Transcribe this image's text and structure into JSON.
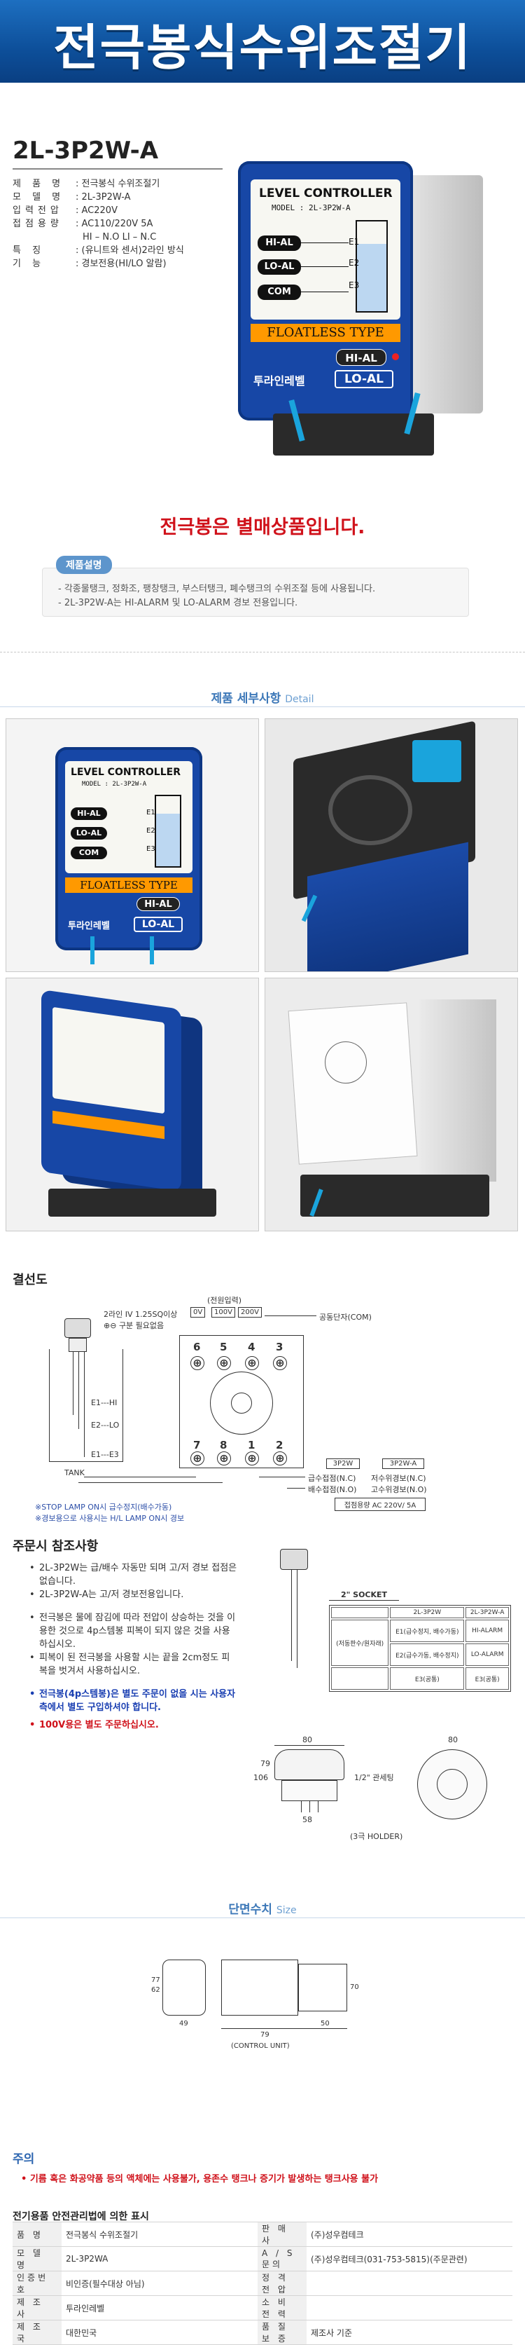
{
  "banner": {
    "title": "전극봉식수위조절기"
  },
  "product": {
    "model": "2L-3P2W-A",
    "specs": [
      {
        "k": "제 품 명",
        "v": ": 전극봉식 수위조절기"
      },
      {
        "k": "모 델 명",
        "v": ": 2L-3P2W-A"
      },
      {
        "k": "입력전압",
        "v": ": AC220V"
      },
      {
        "k": "접점용량",
        "v": ": AC110/220V 5A"
      },
      {
        "k": "",
        "v": "HI – N.O LI – N.C"
      },
      {
        "k": "특 징",
        "v": ": (유니트와 센서)2라인 방식"
      },
      {
        "k": "기 능",
        "v": ": 경보전용(HI/LO 알람)"
      }
    ]
  },
  "faceplate": {
    "title": "LEVEL CONTROLLER",
    "model": "MODEL : 2L-3P2W-A",
    "tags": [
      "HI-AL",
      "LO-AL",
      "COM"
    ],
    "electrodes": [
      "E1",
      "E2",
      "E3"
    ],
    "floatless": "FLOATLESS TYPE",
    "brand": "투라인레벨",
    "hi_label": "HI-AL",
    "lo_label": "LO-AL"
  },
  "notes": {
    "electrode_note": "전극봉은 별매상품입니다."
  },
  "description": {
    "label": "제품설명",
    "lines": [
      "- 각종물탱크, 정화조, 팽창탱크, 부스터탱크, 폐수탱크의 수위조절 등에 사용됩니다.",
      "- 2L-3P2W-A는 HI-ALARM 및 LO-ALARM 경보 전용입니다."
    ]
  },
  "detail": {
    "title": "제품 세부사항",
    "title_en": "Detail"
  },
  "wiring": {
    "title": "결선도",
    "cable_note_1": "2라인 IV 1.25SQ이상",
    "cable_note_2": "구분 필요없음",
    "power_input": "(전원입력)",
    "voltages": [
      "0V",
      "100V",
      "200V"
    ],
    "common": "공동단자(COM)",
    "top_terminals": [
      "6",
      "5",
      "4",
      "3"
    ],
    "bottom_terminals": [
      "7",
      "8",
      "1",
      "2"
    ],
    "electrodes": [
      "E1---HI",
      "E2---LO",
      "E1---E3"
    ],
    "tank": "TANK",
    "col_3p2w": "3P2W",
    "col_3p2wa": "3P2W-A",
    "rows": [
      {
        "a": "급수접점(N.C)",
        "b": "저수위경보(N.C)"
      },
      {
        "a": "배수접점(N.O)",
        "b": "고수위경보(N.O)"
      }
    ],
    "contact_capacity": "접점용량 AC 220V/ 5A",
    "note_1": "※STOP LAMP ON시 급수정지(배수가동)",
    "note_2": "※경보용으로 사용시는 H/L LAMP ON시 경보"
  },
  "caution": {
    "title": "주문시 참조사항",
    "items": [
      "2L-3P2W는 급/배수 자동만 되며 고/저 경보 접점은 없습니다.",
      "2L-3P2W-A는 고/저 경보전용입니다.",
      "전극봉은 물에 잠김에 따라 전압이 상승하는 것을 이용한 것으로 4p스템봉 피복이 되지 않은 것을 사용하십시오.",
      "피복이 된 전극봉을 사용할 시는 끝을 2cm정도 피복을 벗겨서 사용하십시오."
    ],
    "blue_item": "전극봉(4p스템봉)은 별도 주문이 없을 시는 사용자 측에서 별도 구입하셔야 합니다.",
    "red_item": "100V용은 별도 주문하십시오."
  },
  "socket": {
    "title": "2\" SOCKET",
    "headers": [
      "",
      "2L-3P2W",
      "2L-3P2W-A"
    ],
    "rows": [
      [
        "(저동판수/원자래)",
        "E1(급수정지, 배수가동)",
        "HI-ALARM"
      ],
      [
        "",
        "E2(급수가동, 배수정지)",
        "LO-ALARM"
      ],
      [
        "",
        "E3(공통)",
        "E3(공통)"
      ]
    ],
    "holder": "(3극 HOLDER)",
    "probe_label": "1/2\" 관세팅",
    "dim_top": "80",
    "dim_side": "79",
    "dim_total": "106",
    "dim_bottom": "58",
    "dim_holder": "80"
  },
  "dimension": {
    "title": "단면수치",
    "title_en": "Size",
    "left_h": "77",
    "left_h2": "62",
    "left_w": "49",
    "right_h": "70",
    "right_w_total": "79",
    "right_w_part": "50",
    "caption": "(CONTROL UNIT)"
  },
  "notice": {
    "title": "주의",
    "text": "기름 혹은 화공약품 등의 액체에는 사용불가, 용존수 탱크나 증기가 발생하는 탱크사용 불가"
  },
  "safety": {
    "title": "전기용품 안전관리법에 의한 표시",
    "rows": [
      {
        "k1": "품 명",
        "v1": "전극봉식 수위조절기",
        "k2": "판 매 사",
        "v2": "(주)성우컴테크"
      },
      {
        "k1": "모 델 명",
        "v1": "2L-3P2WA",
        "k2": "A / S 문의",
        "v2": "(주)성우컴테크(031-753-5815)(주문관련)"
      },
      {
        "k1": "인증번호",
        "v1": "비인증(필수대상 아님)",
        "k2": "정 격 전 압",
        "v2": ""
      },
      {
        "k1": "제 조 사",
        "v1": "투라인레벨",
        "k2": "소 비 전 력",
        "v2": ""
      },
      {
        "k1": "제 조 국",
        "v1": "대한민국",
        "k2": "품 질 보 증",
        "v2": "제조사 기준"
      }
    ]
  }
}
